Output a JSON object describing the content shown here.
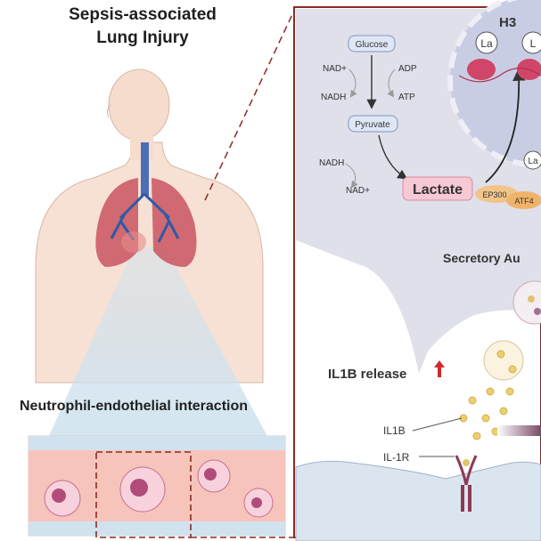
{
  "title_line1": "Sepsis-associated",
  "title_line2": "Lung Injury",
  "panel_subtitle": "Neutrophil-endothelial interaction",
  "metabolism": {
    "glucose": "Glucose",
    "nad_plus_1": "NAD+",
    "nadh_1": "NADH",
    "adp": "ADP",
    "atp": "ATP",
    "pyruvate": "Pyruvate",
    "nadh_2": "NADH",
    "nad_plus_2": "NAD+",
    "lactate": "Lactate",
    "ep300": "EP300",
    "atf4": "ATF4"
  },
  "nucleus": {
    "h3_label": "H3",
    "la_1": "La",
    "la_2": "L",
    "la_3": "La"
  },
  "secretory_label": "Secretory Au",
  "il1b_release": "IL1B release",
  "il1b": "IL1B",
  "il1r": "IL-1R",
  "colors": {
    "lactate_box": "#f6c9d4",
    "panel_border": "#8b2a22",
    "cell_bg": "#dfe0ea",
    "lung": "#c9545f",
    "vessel": "#f4c2bc"
  }
}
